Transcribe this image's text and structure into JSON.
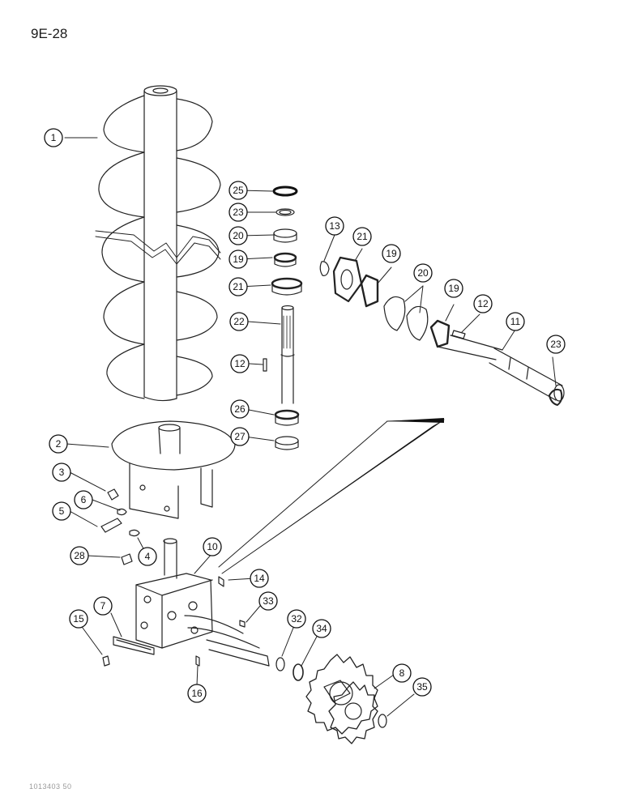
{
  "page_id": "9E-28",
  "film_code": "1013403 50",
  "callouts": [
    "1",
    "2",
    "3",
    "4",
    "5",
    "6",
    "7",
    "8",
    "10",
    "11",
    "12",
    "12",
    "13",
    "14",
    "15",
    "16",
    "19",
    "19",
    "19",
    "20",
    "20",
    "21",
    "21",
    "22",
    "23",
    "23",
    "25",
    "26",
    "27",
    "28",
    "32",
    "33",
    "34",
    "35"
  ]
}
